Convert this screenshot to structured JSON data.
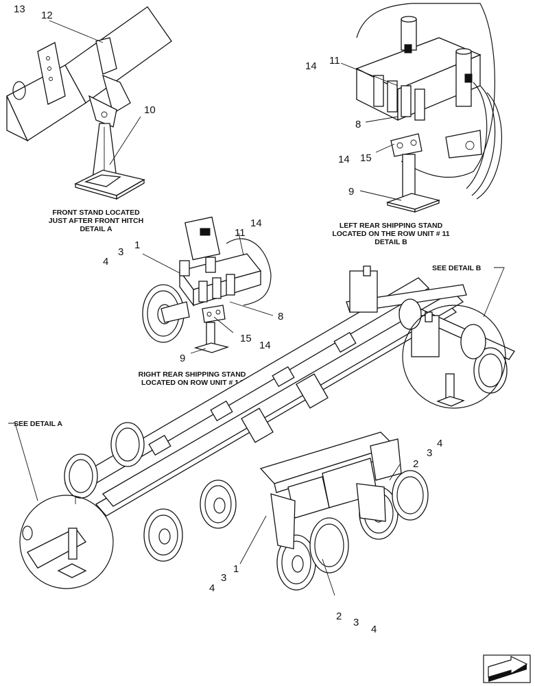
{
  "callouts": {
    "a13": "13",
    "a12": "12",
    "a10": "10",
    "b14": "14",
    "b11": "11",
    "b8": "8",
    "b14b": "14",
    "b15": "15",
    "b9": "9",
    "c4": "4",
    "c3": "3",
    "c1": "1",
    "c11": "11",
    "c14": "14",
    "c8": "8",
    "c15": "15",
    "c14b": "14",
    "c9": "9",
    "d2": "2",
    "d3": "3",
    "d4": "4",
    "e4": "4",
    "e3": "3",
    "e1": "1",
    "f2": "2",
    "f3": "3",
    "f4": "4"
  },
  "captions": {
    "detail_a": [
      "FRONT STAND LOCATED",
      "JUST AFTER FRONT HITCH",
      "DETAIL  A"
    ],
    "detail_b": [
      "LEFT REAR SHIPPING STAND",
      "LOCATED ON THE ROW UNIT # 11",
      "DETAIL  B"
    ],
    "right_rear": [
      "RIGHT REAR SHIPPING STAND",
      "LOCATED ON ROW UNIT # 14"
    ],
    "see_b": "SEE DETAIL  B",
    "see_a": "SEE DETAIL  A"
  },
  "nav_icon": "next-page-arrow-icon"
}
